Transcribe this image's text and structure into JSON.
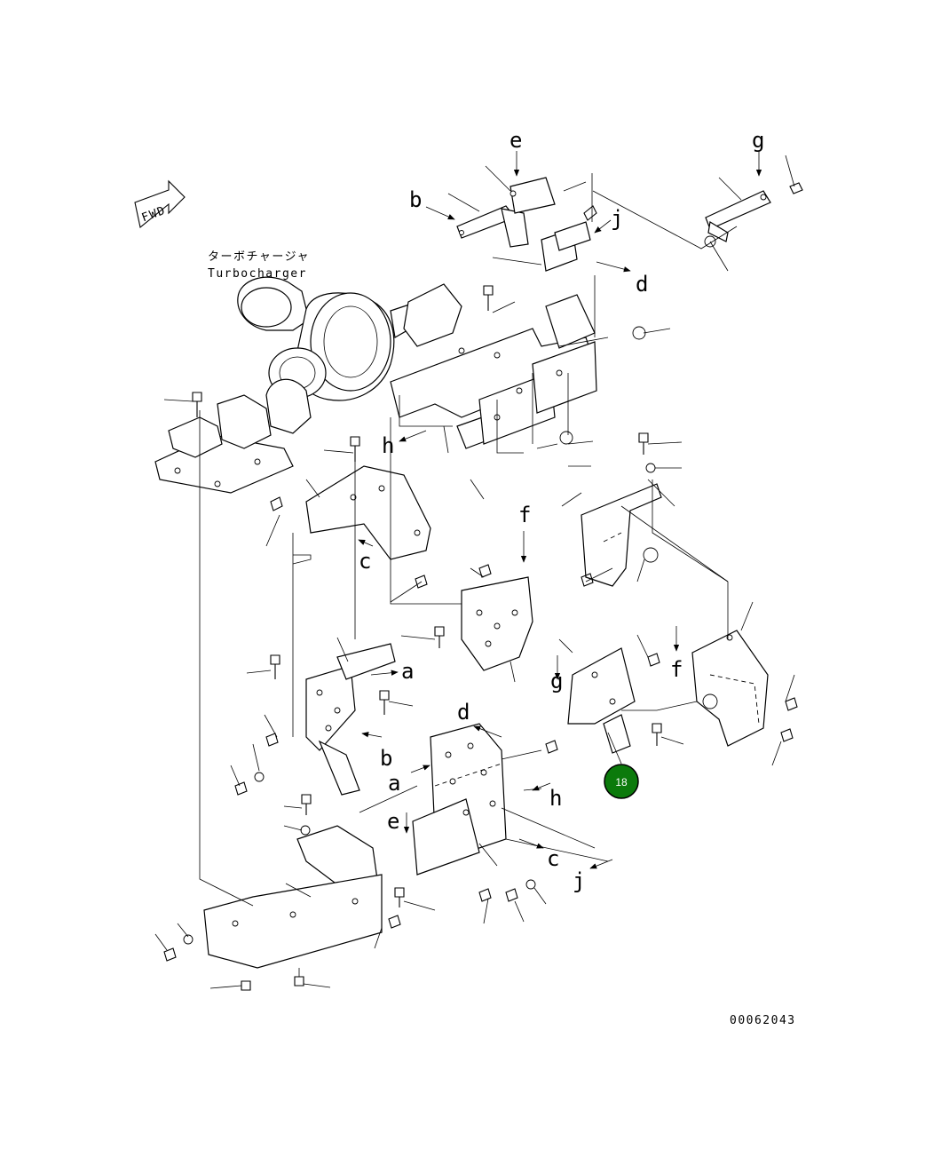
{
  "diagram": {
    "fwd_label": "FWD",
    "turbo_label_jp": "ターボチャージャ",
    "turbo_label_en": "Turbocharger",
    "drawing_number": "00062043",
    "badge_number": "18",
    "badge_color": "#0b7a0b",
    "ref_letters": {
      "a": "a",
      "b": "b",
      "c": "c",
      "d": "d",
      "e": "e",
      "f": "f",
      "g": "g",
      "h": "h",
      "j": "j"
    }
  }
}
